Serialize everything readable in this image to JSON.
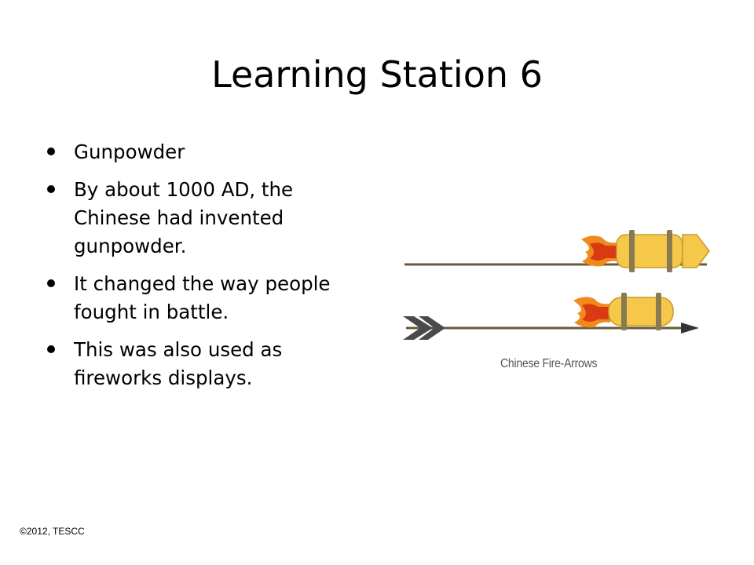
{
  "slide": {
    "title": "Learning Station 6",
    "bullets": [
      "Gunpowder",
      "By about 1000 AD, the Chinese had invented gunpowder.",
      "It changed the way people fought in battle.",
      "This was also used as fireworks displays."
    ],
    "figure": {
      "caption": "Chinese Fire-Arrows",
      "colors": {
        "shaft": "#6b5a3a",
        "rocket_body": "#f5c84a",
        "rocket_band": "#8a7a52",
        "flame_orange": "#f08a1c",
        "flame_red": "#d93a12",
        "arrowhead": "#333333",
        "fletching": "#4a4a4a"
      }
    },
    "footer": {
      "copyright": "©2012, TESCC"
    }
  }
}
